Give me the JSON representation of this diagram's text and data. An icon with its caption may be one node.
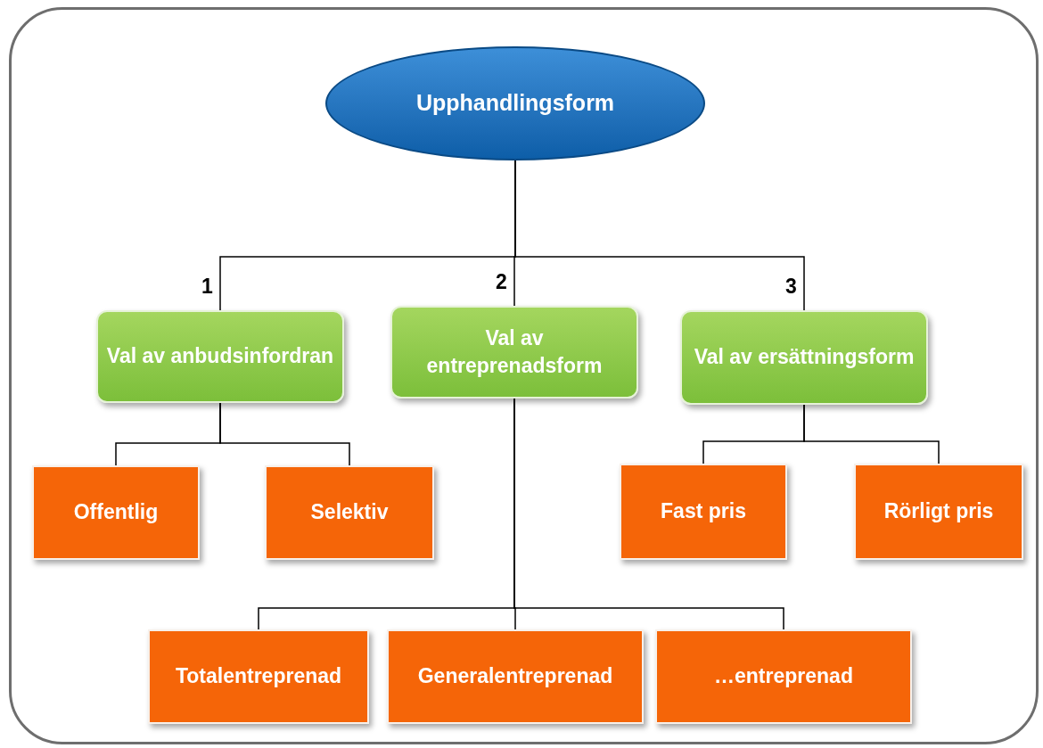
{
  "diagram": {
    "nodes": [
      {
        "text": [
          "Upphandlingsform"
        ]
      },
      {
        "text": [
          "Val av anbudsinfordran"
        ]
      },
      {
        "text": [
          "Val av entreprenadsform"
        ]
      },
      {
        "text": [
          "Val av ersättningsform"
        ]
      },
      {
        "text": [
          "Offentlig"
        ]
      },
      {
        "text": [
          "Selektiv"
        ]
      },
      {
        "text": [
          "Fast pris"
        ]
      },
      {
        "text": [
          "Rörligt pris"
        ]
      },
      {
        "text": [
          "Totalentreprenad"
        ]
      },
      {
        "text": [
          "Generalentreprenad"
        ]
      },
      {
        "text": [
          "…entreprenad"
        ]
      }
    ],
    "edges": [
      {
        "from": 0,
        "to": 1,
        "arrow": "none",
        "label": "1"
      },
      {
        "from": 0,
        "to": 2,
        "arrow": "none",
        "label": "2"
      },
      {
        "from": 0,
        "to": 3,
        "arrow": "none",
        "label": "3"
      },
      {
        "from": 1,
        "to": 4,
        "arrow": "none"
      },
      {
        "from": 1,
        "to": 5,
        "arrow": "none"
      },
      {
        "from": 3,
        "to": 6,
        "arrow": "none"
      },
      {
        "from": 3,
        "to": 7,
        "arrow": "none"
      },
      {
        "from": 2,
        "to": 8,
        "arrow": "none"
      },
      {
        "from": 2,
        "to": 9,
        "arrow": "none"
      },
      {
        "from": 2,
        "to": 10,
        "arrow": "none"
      }
    ]
  }
}
